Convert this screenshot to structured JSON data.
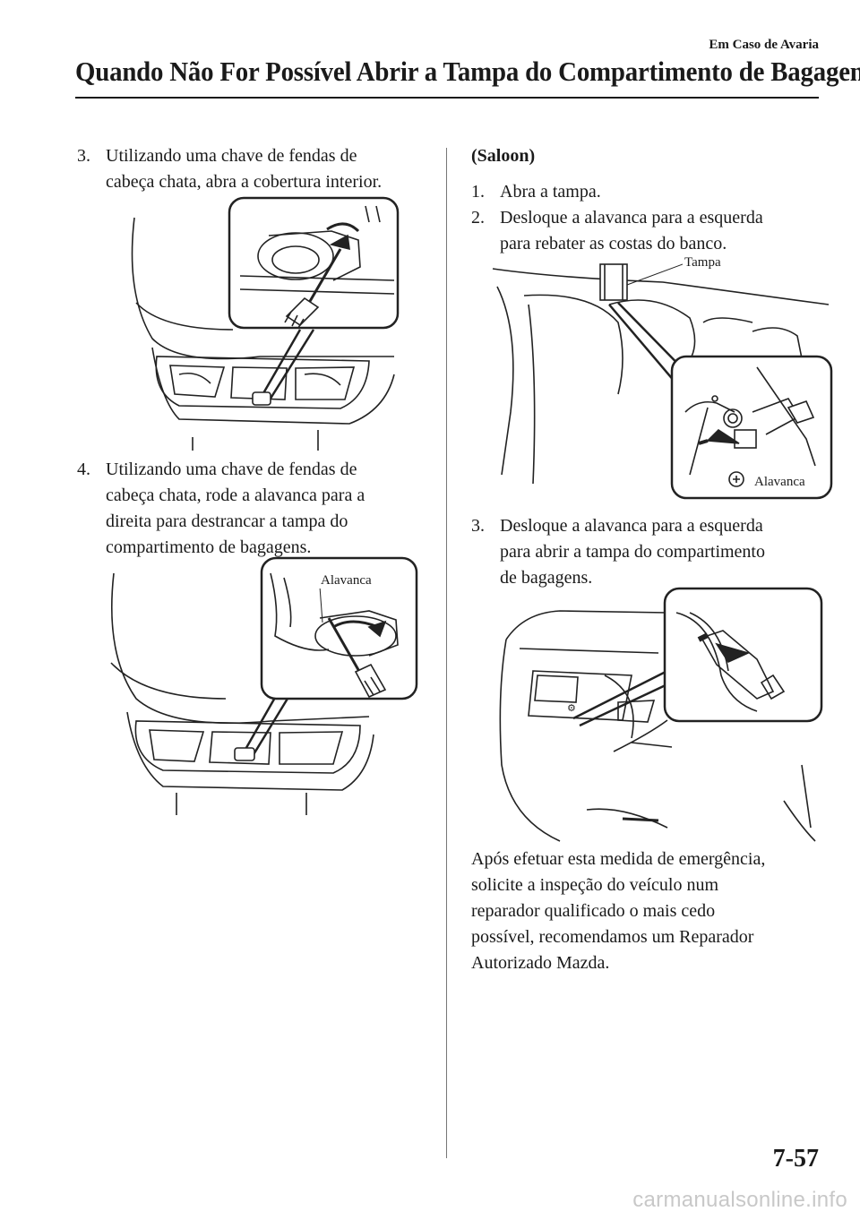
{
  "header": {
    "section": "Em Caso de Avaria",
    "title": "Quando Não For Possível Abrir a Tampa do Compartimento de Bagagens"
  },
  "left_column": {
    "step3": {
      "number": "3.",
      "line1": "Utilizando uma chave de fendas de",
      "line2": "cabeça chata, abra a cobertura interior."
    },
    "step4": {
      "number": "4.",
      "line1": "Utilizando uma chave de fendas de",
      "line2": "cabeça chata, rode a alavanca para a",
      "line3": "direita para destrancar a tampa do",
      "line4": "compartimento de bagagens."
    },
    "figure2_callout": "Alavanca"
  },
  "right_column": {
    "heading": "(Saloon)",
    "step1": {
      "number": "1.",
      "text": "Abra a tampa."
    },
    "step2": {
      "number": "2.",
      "line1": "Desloque a alavanca para a esquerda",
      "line2": "para rebater as costas do banco."
    },
    "figure3_callouts": {
      "tampa": "Tampa",
      "alavanca": "Alavanca"
    },
    "step3": {
      "number": "3.",
      "line1": "Desloque a alavanca para a esquerda",
      "line2": "para abrir a tampa do compartimento",
      "line3": "de bagagens."
    },
    "note": {
      "line1": "Após efetuar esta medida de emergência,",
      "line2": "solicite a inspeção do veículo num",
      "line3": "reparador qualificado o mais cedo",
      "line4": "possível, recomendamos um Reparador",
      "line5": "Autorizado Mazda."
    }
  },
  "footer": {
    "page_number": "7-57",
    "watermark": "carmanualsonline.info"
  }
}
